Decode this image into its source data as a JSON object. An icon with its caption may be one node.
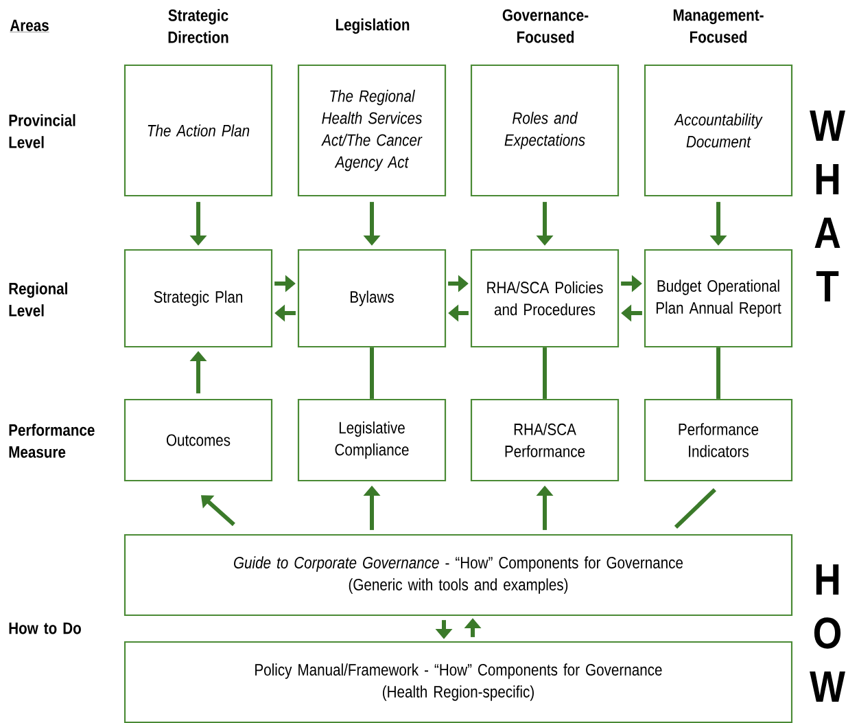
{
  "diagram": {
    "nodes": [
      {
        "text": [
          "The Action Plan"
        ]
      },
      {
        "text": [
          "The Regional Health Services Act/The Cancer Agency Act"
        ]
      },
      {
        "text": [
          "Roles and Expectations"
        ]
      },
      {
        "text": [
          "Accountability Document"
        ]
      },
      {
        "text": [
          "Strategic Plan"
        ]
      },
      {
        "text": [
          "Bylaws"
        ]
      },
      {
        "text": [
          "RHA/SCA Policies and Procedures"
        ]
      },
      {
        "text": [
          "Budget Operational Plan Annual Report"
        ]
      },
      {
        "text": [
          "Outcomes"
        ]
      },
      {
        "text": [
          "Legislative Compliance"
        ]
      },
      {
        "text": [
          "RHA/SCA Performance"
        ]
      },
      {
        "text": [
          "Performance Indicators"
        ]
      },
      {
        "text": [
          "*Guide to Corporate Governance* - “How” Components for Governance",
          "(Generic with tools and examples)"
        ]
      },
      {
        "text": [
          "Policy Manual/Framework - “How” Components for Governance",
          "(Health Region-specific)"
        ]
      }
    ],
    "edges": [
      {
        "from": 0,
        "to": 4,
        "arrow": "to"
      },
      {
        "from": 1,
        "to": 5,
        "arrow": "to"
      },
      {
        "from": 2,
        "to": 6,
        "arrow": "to"
      },
      {
        "from": 3,
        "to": 7,
        "arrow": "to"
      },
      {
        "from": 4,
        "to": 5,
        "arrow": "to"
      },
      {
        "from": 5,
        "to": 4,
        "arrow": "to"
      },
      {
        "from": 5,
        "to": 6,
        "arrow": "to"
      },
      {
        "from": 6,
        "to": 5,
        "arrow": "to"
      },
      {
        "from": 6,
        "to": 7,
        "arrow": "to"
      },
      {
        "from": 7,
        "to": 6,
        "arrow": "to"
      },
      {
        "from": 8,
        "to": 4,
        "arrow": "to"
      },
      {
        "from": 5,
        "to": 9,
        "arrow": "none"
      },
      {
        "from": 6,
        "to": 10,
        "arrow": "none"
      },
      {
        "from": 7,
        "to": 11,
        "arrow": "none"
      },
      {
        "from": 12,
        "to": 8,
        "arrow": "to"
      },
      {
        "from": 12,
        "to": 9,
        "arrow": "to"
      },
      {
        "from": 12,
        "to": 10,
        "arrow": "to"
      },
      {
        "from": 12,
        "to": 11,
        "arrow": "none"
      },
      {
        "from": 12,
        "to": 13,
        "arrow": "to"
      },
      {
        "from": 13,
        "to": 12,
        "arrow": "to"
      }
    ],
    "labels": [
      "Areas",
      "Strategic Direction",
      "Legislation",
      "Governance-Focused",
      "Management-Focused",
      "Provincial Level",
      "Regional Level",
      "Performance Measure",
      "How to Do",
      "WHAT",
      "HOW"
    ]
  }
}
